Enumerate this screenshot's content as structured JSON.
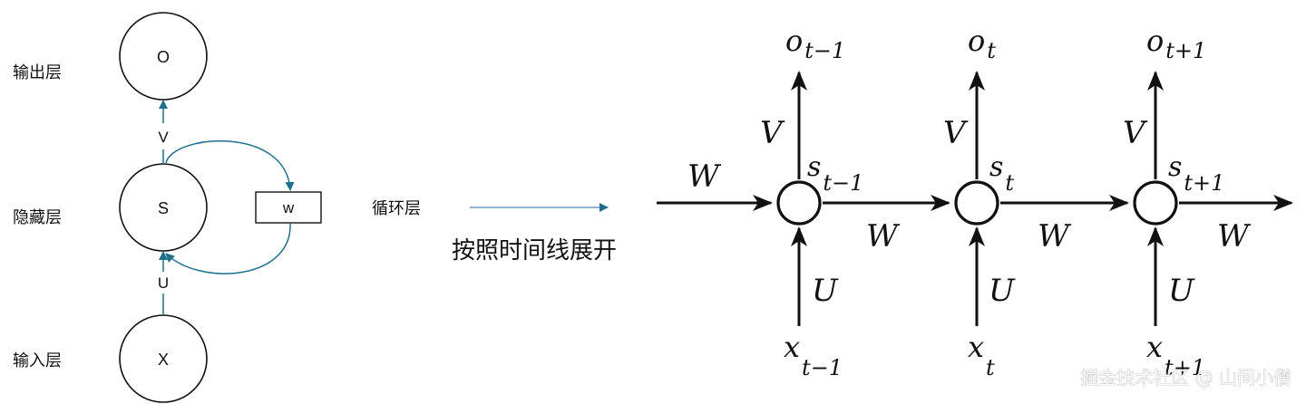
{
  "left": {
    "layers": {
      "output": "输出层",
      "hidden": "隐藏层",
      "input": "输入层",
      "recurrent": "循环层"
    },
    "nodes": {
      "o": "O",
      "s": "S",
      "x": "X"
    },
    "w_box": "w",
    "edges": {
      "v": "V",
      "u": "U"
    }
  },
  "middle": {
    "caption": "按照时间线展开"
  },
  "right": {
    "in_w": "W",
    "steps": [
      {
        "o": "o",
        "o_sub": "t−1",
        "s": "s",
        "s_sub": "t−1",
        "x": "x",
        "x_sub": "t−1",
        "v": "V",
        "u": "U",
        "w": "W"
      },
      {
        "o": "o",
        "o_sub": "t",
        "s": "s",
        "s_sub": "t",
        "x": "x",
        "x_sub": "t",
        "v": "V",
        "u": "U",
        "w": "W"
      },
      {
        "o": "o",
        "o_sub": "t+1",
        "s": "s",
        "s_sub": "t+1",
        "x": "x",
        "x_sub": "t+1",
        "v": "V",
        "u": "U",
        "w": "W"
      }
    ]
  },
  "watermark": "掘金技术社区 @ 山间小僧",
  "colors": {
    "teal": "#1f6e8c",
    "black": "#111111"
  }
}
